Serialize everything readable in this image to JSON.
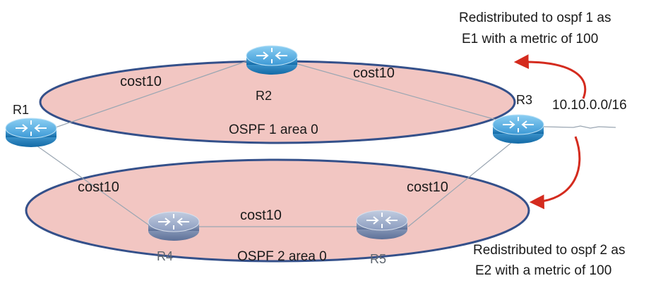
{
  "areas": [
    {
      "id": "ospf1",
      "label": "OSPF 1 area 0"
    },
    {
      "id": "ospf2",
      "label": "OSPF 2 area 0"
    }
  ],
  "routers": [
    {
      "id": "R1",
      "label": "R1",
      "style": "active"
    },
    {
      "id": "R2",
      "label": "R2",
      "style": "active"
    },
    {
      "id": "R3",
      "label": "R3",
      "style": "active"
    },
    {
      "id": "R4",
      "label": "R4",
      "style": "muted"
    },
    {
      "id": "R5",
      "label": "R5",
      "style": "muted"
    }
  ],
  "links": [
    {
      "id": "r1-r2",
      "from": "R1",
      "to": "R2",
      "label": "cost10"
    },
    {
      "id": "r2-r3",
      "from": "R2",
      "to": "R3",
      "label": "cost10"
    },
    {
      "id": "r1-r4",
      "from": "R1",
      "to": "R4",
      "label": "cost10"
    },
    {
      "id": "r4-r5",
      "from": "R4",
      "to": "R5",
      "label": "cost10"
    },
    {
      "id": "r5-r3",
      "from": "R5",
      "to": "R3",
      "label": "cost10"
    }
  ],
  "external_prefix": "10.10.0.0/16",
  "redistribution": [
    {
      "line1": "Redistributed to ospf 1 as",
      "line2": "E1 with a metric of 100"
    },
    {
      "line1": "Redistributed to ospf 2 as",
      "line2": "E2 with a metric of 100"
    }
  ],
  "colors": {
    "area_fill": "#f2c6c2",
    "area_stroke": "#34508a",
    "arrow": "#d42b1e",
    "router_active": "#1e86c8",
    "router_muted": "#7f93b8",
    "link": "#9aa6b2"
  }
}
